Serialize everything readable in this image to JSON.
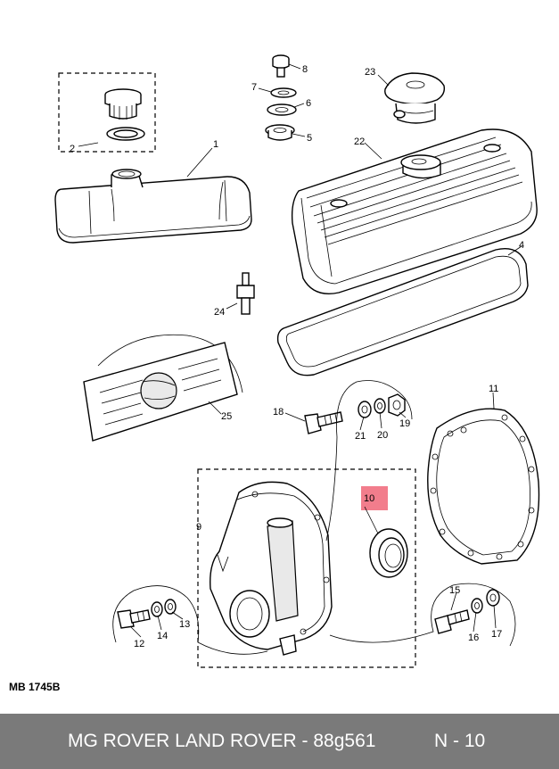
{
  "callouts": [
    {
      "id": "c1",
      "label": "1"
    },
    {
      "id": "c2",
      "label": "2"
    },
    {
      "id": "c4",
      "label": "4"
    },
    {
      "id": "c5",
      "label": "5"
    },
    {
      "id": "c6",
      "label": "6"
    },
    {
      "id": "c7",
      "label": "7"
    },
    {
      "id": "c8",
      "label": "8"
    },
    {
      "id": "c9",
      "label": "9"
    },
    {
      "id": "c10",
      "label": "10"
    },
    {
      "id": "c11",
      "label": "11"
    },
    {
      "id": "c12",
      "label": "12"
    },
    {
      "id": "c13",
      "label": "13"
    },
    {
      "id": "c14",
      "label": "14"
    },
    {
      "id": "c15",
      "label": "15"
    },
    {
      "id": "c16",
      "label": "16"
    },
    {
      "id": "c17",
      "label": "17"
    },
    {
      "id": "c18",
      "label": "18"
    },
    {
      "id": "c19",
      "label": "19"
    },
    {
      "id": "c20",
      "label": "20"
    },
    {
      "id": "c21",
      "label": "21"
    },
    {
      "id": "c22",
      "label": "22"
    },
    {
      "id": "c23",
      "label": "23"
    },
    {
      "id": "c24",
      "label": "24"
    },
    {
      "id": "c25",
      "label": "25"
    }
  ],
  "highlight": {
    "label": "10",
    "color": "#f27d8c"
  },
  "diagram_code": "MB 1745B",
  "footer": {
    "title": "MG ROVER LAND ROVER - 88g561",
    "page": "N - 10",
    "background": "#7a7a7a"
  }
}
